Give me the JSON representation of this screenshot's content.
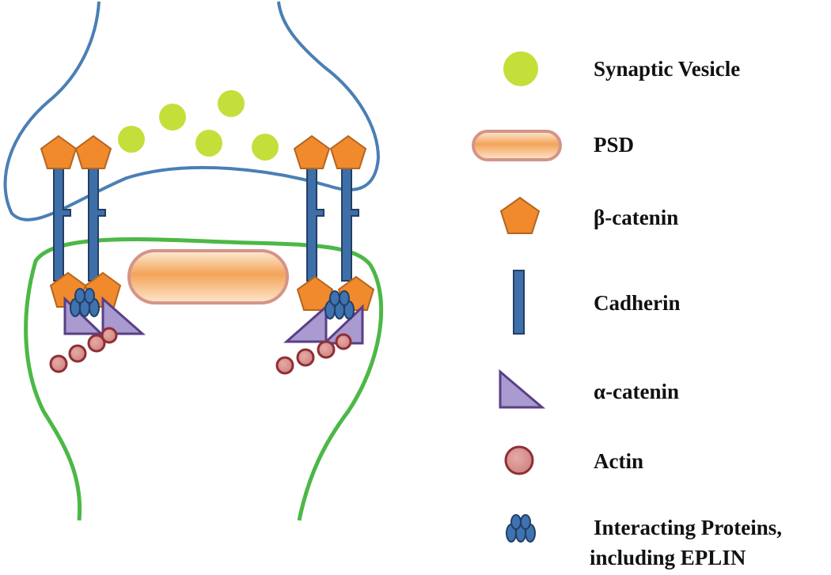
{
  "diagram": {
    "colors": {
      "presynaptic_membrane": "#4a7fb5",
      "postsynaptic_membrane": "#4cb847",
      "vesicle": "#c4df3a",
      "psd_fill": "#f6b26b",
      "psd_stroke": "#d4948a",
      "beta_catenin": "#f08a2c",
      "cadherin": "#3e6fa8",
      "alpha_catenin": "#a99ad0",
      "actin": "#c06868",
      "interacting_protein": "#3f72b0"
    }
  },
  "legend": {
    "items": [
      {
        "key": "vesicle",
        "label": "Synaptic Vesicle",
        "icon": "circle"
      },
      {
        "key": "psd",
        "label": "PSD",
        "icon": "rounded-bar"
      },
      {
        "key": "beta_catenin",
        "label": "β-catenin",
        "icon": "pentagon"
      },
      {
        "key": "cadherin",
        "label": "Cadherin",
        "icon": "bar"
      },
      {
        "key": "alpha_catenin",
        "label": "α-catenin",
        "icon": "triangle"
      },
      {
        "key": "actin",
        "label": "Actin",
        "icon": "circle"
      },
      {
        "key": "interacting",
        "label": "Interacting Proteins,",
        "label2": "including EPLIN",
        "icon": "ovals"
      }
    ]
  }
}
